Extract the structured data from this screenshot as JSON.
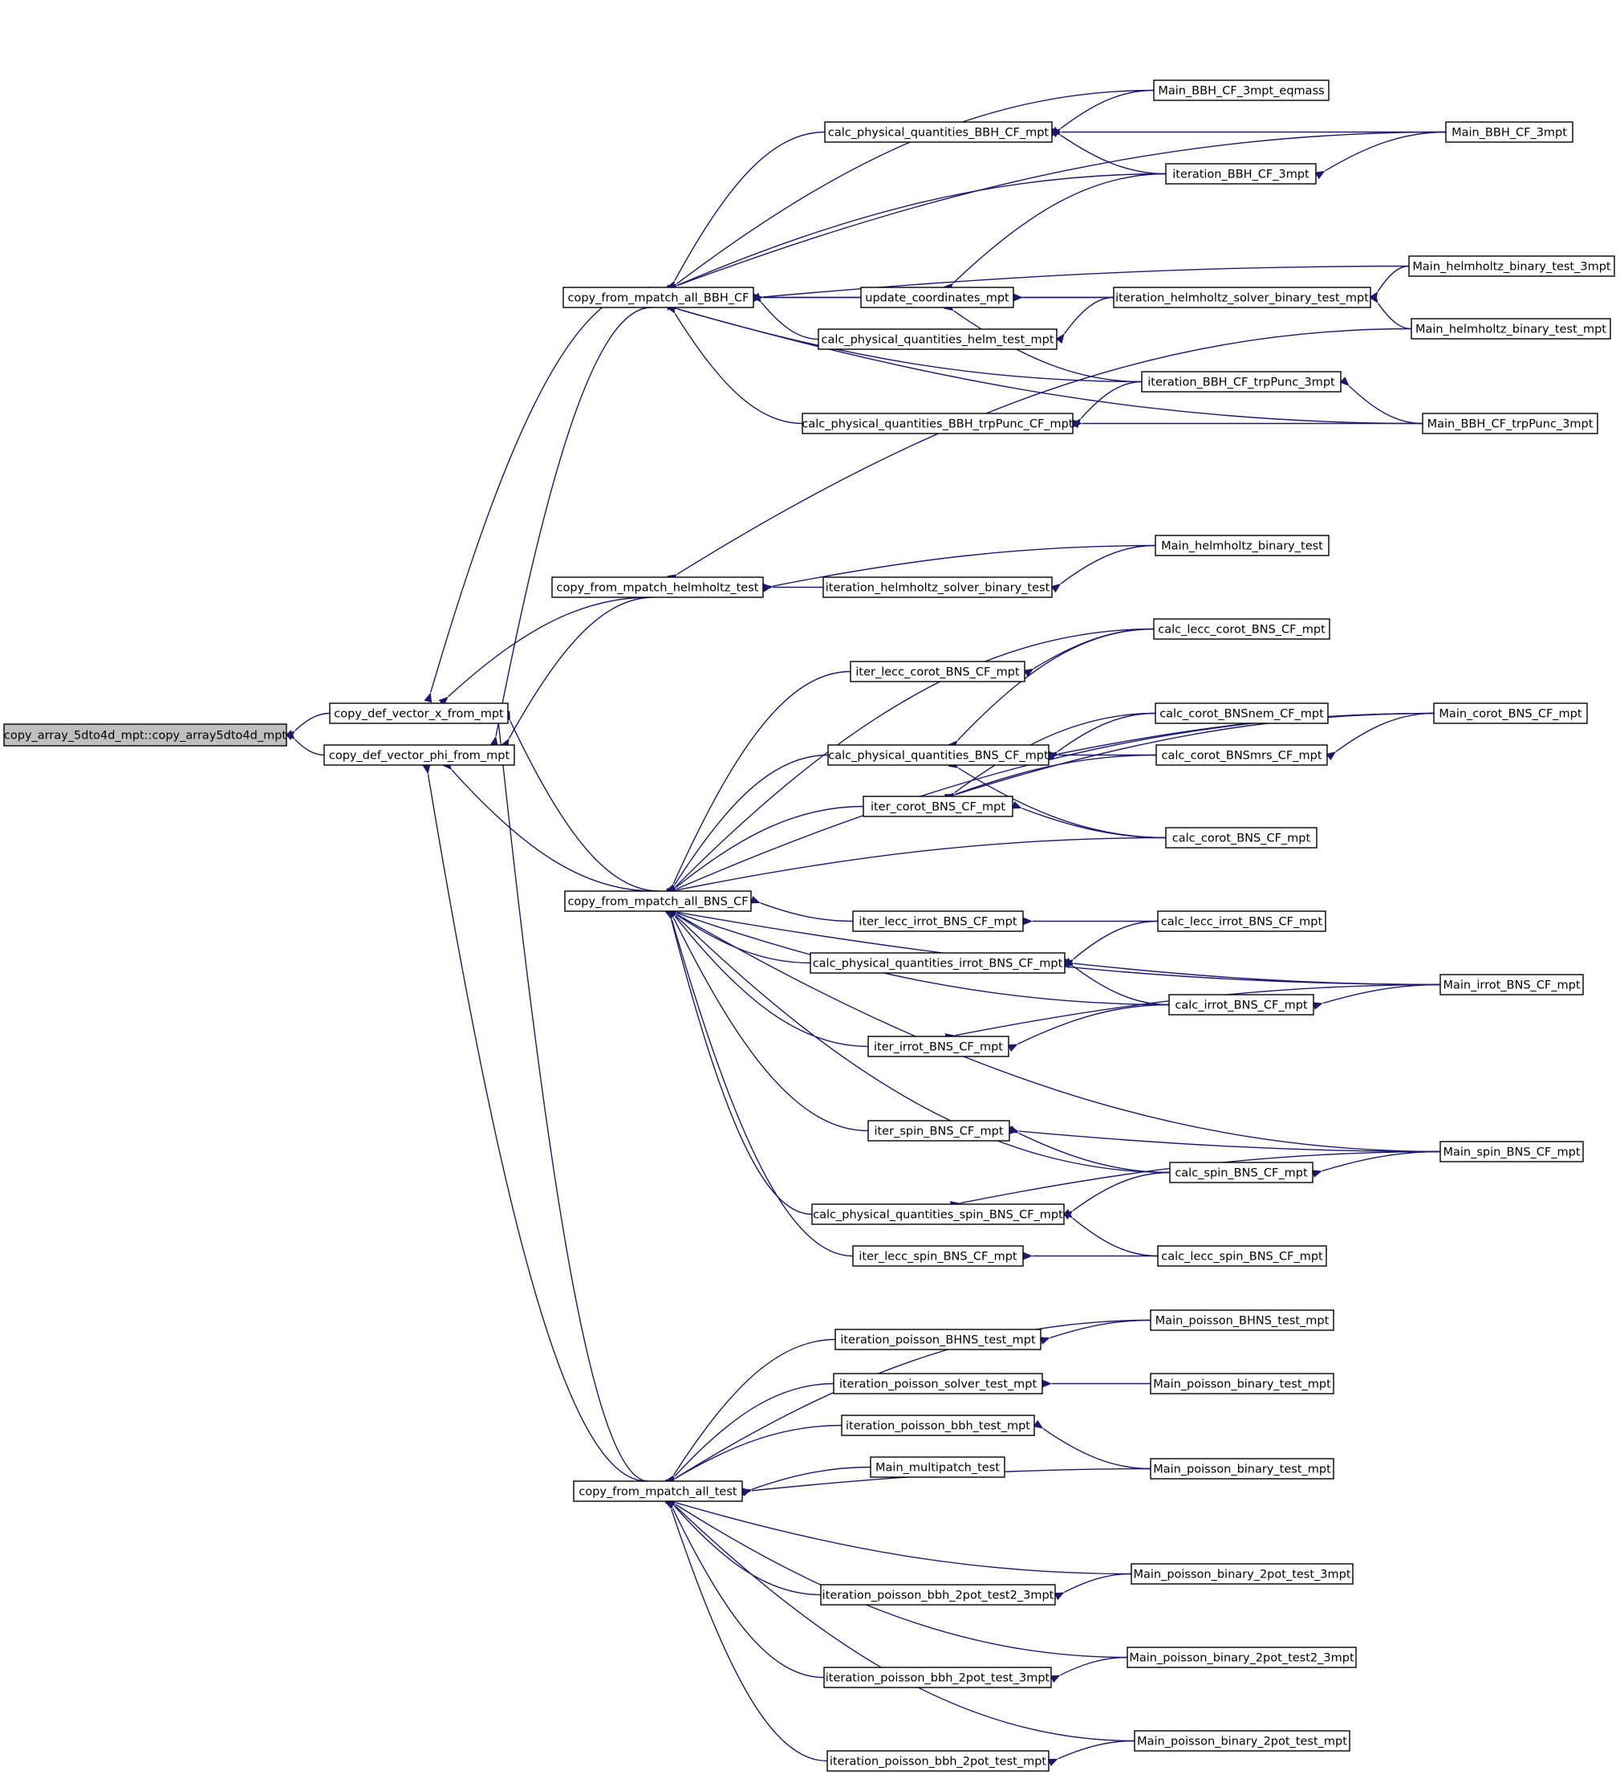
{
  "colors": {
    "edge": "#191970",
    "node_fill": "#ffffff",
    "root_fill": "#bfbfbf",
    "border": "#000000"
  },
  "nodes": [
    {
      "id": "root",
      "label": "copy_array_5dto4d_mpt::copy_array5dto4d_mpt",
      "root": true
    },
    {
      "id": "x_from",
      "label": "copy_def_vector_x_from_mpt"
    },
    {
      "id": "phi_from",
      "label": "copy_def_vector_phi_from_mpt"
    },
    {
      "id": "bbh_cf",
      "label": "copy_from_mpatch_all_BBH_CF"
    },
    {
      "id": "helm_test",
      "label": "copy_from_mpatch_helmholtz_test"
    },
    {
      "id": "bns_cf",
      "label": "copy_from_mpatch_all_BNS_CF"
    },
    {
      "id": "all_test",
      "label": "copy_from_mpatch_all_test"
    },
    {
      "id": "calc_bbh",
      "label": "calc_physical_quantities_BBH_CF_mpt"
    },
    {
      "id": "update_coord",
      "label": "update_coordinates_mpt"
    },
    {
      "id": "calc_helm",
      "label": "calc_physical_quantities_helm_test_mpt"
    },
    {
      "id": "calc_trp",
      "label": "calc_physical_quantities_BBH_trpPunc_CF_mpt"
    },
    {
      "id": "main_bbh_eq",
      "label": "Main_BBH_CF_3mpt_eqmass"
    },
    {
      "id": "iter_bbh3",
      "label": "iteration_BBH_CF_3mpt"
    },
    {
      "id": "main_bbh3",
      "label": "Main_BBH_CF_3mpt"
    },
    {
      "id": "iter_helm_bin",
      "label": "iteration_helmholtz_solver_binary_test_mpt"
    },
    {
      "id": "main_helm_3mpt",
      "label": "Main_helmholtz_binary_test_3mpt"
    },
    {
      "id": "main_helm_mpt",
      "label": "Main_helmholtz_binary_test_mpt"
    },
    {
      "id": "iter_trp",
      "label": "iteration_BBH_CF_trpPunc_3mpt"
    },
    {
      "id": "main_trp",
      "label": "Main_BBH_CF_trpPunc_3mpt"
    },
    {
      "id": "iter_helm_bin_test",
      "label": "iteration_helmholtz_solver_binary_test"
    },
    {
      "id": "main_helm_bin",
      "label": "Main_helmholtz_binary_test"
    },
    {
      "id": "iter_lecc_corot",
      "label": "iter_lecc_corot_BNS_CF_mpt"
    },
    {
      "id": "calc_bns",
      "label": "calc_physical_quantities_BNS_CF_mpt"
    },
    {
      "id": "iter_corot",
      "label": "iter_corot_BNS_CF_mpt"
    },
    {
      "id": "calc_lecc_corot",
      "label": "calc_lecc_corot_BNS_CF_mpt"
    },
    {
      "id": "calc_bnsnem",
      "label": "calc_corot_BNSnem_CF_mpt"
    },
    {
      "id": "calc_bnsmrs",
      "label": "calc_corot_BNSmrs_CF_mpt"
    },
    {
      "id": "calc_corot",
      "label": "calc_corot_BNS_CF_mpt"
    },
    {
      "id": "main_corot",
      "label": "Main_corot_BNS_CF_mpt"
    },
    {
      "id": "iter_lecc_irrot",
      "label": "iter_lecc_irrot_BNS_CF_mpt"
    },
    {
      "id": "calc_irrot_q",
      "label": "calc_physical_quantities_irrot_BNS_CF_mpt"
    },
    {
      "id": "iter_irrot",
      "label": "iter_irrot_BNS_CF_mpt"
    },
    {
      "id": "calc_lecc_irrot",
      "label": "calc_lecc_irrot_BNS_CF_mpt"
    },
    {
      "id": "calc_irrot",
      "label": "calc_irrot_BNS_CF_mpt"
    },
    {
      "id": "main_irrot",
      "label": "Main_irrot_BNS_CF_mpt"
    },
    {
      "id": "iter_spin",
      "label": "iter_spin_BNS_CF_mpt"
    },
    {
      "id": "calc_spin_q",
      "label": "calc_physical_quantities_spin_BNS_CF_mpt"
    },
    {
      "id": "iter_lecc_spin",
      "label": "iter_lecc_spin_BNS_CF_mpt"
    },
    {
      "id": "calc_spin",
      "label": "calc_spin_BNS_CF_mpt"
    },
    {
      "id": "calc_lecc_spin",
      "label": "calc_lecc_spin_BNS_CF_mpt"
    },
    {
      "id": "main_spin",
      "label": "Main_spin_BNS_CF_mpt"
    },
    {
      "id": "iter_poi_bhns",
      "label": "iteration_poisson_BHNS_test_mpt"
    },
    {
      "id": "iter_poi_solver",
      "label": "iteration_poisson_solver_test_mpt"
    },
    {
      "id": "iter_poi_bbh",
      "label": "iteration_poisson_bbh_test_mpt"
    },
    {
      "id": "main_multipatch",
      "label": "Main_multipatch_test"
    },
    {
      "id": "iter_poi_2pot_t2",
      "label": "iteration_poisson_bbh_2pot_test2_3mpt"
    },
    {
      "id": "iter_poi_2pot_3",
      "label": "iteration_poisson_bbh_2pot_test_3mpt"
    },
    {
      "id": "iter_poi_2pot",
      "label": "iteration_poisson_bbh_2pot_test_mpt"
    },
    {
      "id": "main_poi_bhns",
      "label": "Main_poisson_BHNS_test_mpt"
    },
    {
      "id": "main_poi_bin_a",
      "label": "Main_poisson_binary_test_mpt"
    },
    {
      "id": "main_poi_bin_b",
      "label": "Main_poisson_binary_test_mpt"
    },
    {
      "id": "main_poi_2pot_3",
      "label": "Main_poisson_binary_2pot_test_3mpt"
    },
    {
      "id": "main_poi_2pot_t2",
      "label": "Main_poisson_binary_2pot_test2_3mpt"
    },
    {
      "id": "main_poi_2pot",
      "label": "Main_poisson_binary_2pot_test_mpt"
    }
  ],
  "edges": [
    [
      "x_from",
      "root"
    ],
    [
      "phi_from",
      "root"
    ],
    [
      "bbh_cf",
      "x_from"
    ],
    [
      "bbh_cf",
      "phi_from"
    ],
    [
      "helm_test",
      "x_from"
    ],
    [
      "helm_test",
      "phi_from"
    ],
    [
      "bns_cf",
      "x_from"
    ],
    [
      "bns_cf",
      "phi_from"
    ],
    [
      "all_test",
      "x_from"
    ],
    [
      "all_test",
      "phi_from"
    ],
    [
      "calc_bbh",
      "bbh_cf"
    ],
    [
      "update_coord",
      "bbh_cf"
    ],
    [
      "calc_helm",
      "bbh_cf"
    ],
    [
      "calc_trp",
      "bbh_cf"
    ],
    [
      "main_bbh_eq",
      "bbh_cf"
    ],
    [
      "iter_bbh3",
      "bbh_cf"
    ],
    [
      "main_bbh3",
      "bbh_cf"
    ],
    [
      "iter_helm_bin",
      "bbh_cf"
    ],
    [
      "main_helm_3mpt",
      "bbh_cf"
    ],
    [
      "iter_trp",
      "bbh_cf"
    ],
    [
      "main_trp",
      "bbh_cf"
    ],
    [
      "main_bbh_eq",
      "calc_bbh"
    ],
    [
      "main_bbh3",
      "calc_bbh"
    ],
    [
      "iter_bbh3",
      "calc_bbh"
    ],
    [
      "main_bbh3",
      "iter_bbh3"
    ],
    [
      "iter_bbh3",
      "update_coord"
    ],
    [
      "iter_helm_bin",
      "update_coord"
    ],
    [
      "iter_trp",
      "update_coord"
    ],
    [
      "iter_helm_bin",
      "calc_helm"
    ],
    [
      "main_helm_3mpt",
      "iter_helm_bin"
    ],
    [
      "main_helm_mpt",
      "iter_helm_bin"
    ],
    [
      "iter_trp",
      "calc_trp"
    ],
    [
      "main_trp",
      "calc_trp"
    ],
    [
      "main_trp",
      "iter_trp"
    ],
    [
      "main_helm_mpt",
      "helm_test"
    ],
    [
      "main_helm_bin",
      "helm_test"
    ],
    [
      "iter_helm_bin_test",
      "helm_test"
    ],
    [
      "main_helm_bin",
      "iter_helm_bin_test"
    ],
    [
      "iter_lecc_corot",
      "bns_cf"
    ],
    [
      "calc_bns",
      "bns_cf"
    ],
    [
      "iter_corot",
      "bns_cf"
    ],
    [
      "calc_lecc_corot",
      "bns_cf"
    ],
    [
      "main_corot",
      "bns_cf"
    ],
    [
      "calc_corot",
      "bns_cf"
    ],
    [
      "main_irrot",
      "bns_cf"
    ],
    [
      "iter_lecc_irrot",
      "bns_cf"
    ],
    [
      "calc_irrot_q",
      "bns_cf"
    ],
    [
      "calc_irrot",
      "bns_cf"
    ],
    [
      "iter_irrot",
      "bns_cf"
    ],
    [
      "main_spin",
      "bns_cf"
    ],
    [
      "iter_spin",
      "bns_cf"
    ],
    [
      "calc_spin",
      "bns_cf"
    ],
    [
      "calc_spin_q",
      "bns_cf"
    ],
    [
      "iter_lecc_spin",
      "bns_cf"
    ],
    [
      "calc_lecc_corot",
      "iter_lecc_corot"
    ],
    [
      "calc_lecc_corot",
      "calc_bns"
    ],
    [
      "calc_bnsnem",
      "calc_bns"
    ],
    [
      "main_corot",
      "calc_bns"
    ],
    [
      "calc_bnsmrs",
      "calc_bns"
    ],
    [
      "calc_corot",
      "calc_bns"
    ],
    [
      "calc_bnsnem",
      "iter_corot"
    ],
    [
      "calc_bnsmrs",
      "iter_corot"
    ],
    [
      "main_corot",
      "iter_corot"
    ],
    [
      "calc_corot",
      "iter_corot"
    ],
    [
      "main_corot",
      "calc_bnsmrs"
    ],
    [
      "calc_lecc_irrot",
      "iter_lecc_irrot"
    ],
    [
      "calc_lecc_irrot",
      "calc_irrot_q"
    ],
    [
      "main_irrot",
      "calc_irrot_q"
    ],
    [
      "calc_irrot",
      "calc_irrot_q"
    ],
    [
      "calc_irrot",
      "iter_irrot"
    ],
    [
      "main_irrot",
      "iter_irrot"
    ],
    [
      "main_irrot",
      "calc_irrot"
    ],
    [
      "main_spin",
      "iter_spin"
    ],
    [
      "calc_spin",
      "iter_spin"
    ],
    [
      "calc_spin",
      "calc_spin_q"
    ],
    [
      "main_spin",
      "calc_spin_q"
    ],
    [
      "calc_lecc_spin",
      "calc_spin_q"
    ],
    [
      "calc_lecc_spin",
      "iter_lecc_spin"
    ],
    [
      "main_spin",
      "calc_spin"
    ],
    [
      "main_poi_bhns",
      "all_test"
    ],
    [
      "iter_poi_bhns",
      "all_test"
    ],
    [
      "iter_poi_solver",
      "all_test"
    ],
    [
      "iter_poi_bbh",
      "all_test"
    ],
    [
      "main_multipatch",
      "all_test"
    ],
    [
      "main_poi_bin_b",
      "all_test"
    ],
    [
      "main_poi_2pot_3",
      "all_test"
    ],
    [
      "iter_poi_2pot_t2",
      "all_test"
    ],
    [
      "main_poi_2pot_t2",
      "all_test"
    ],
    [
      "iter_poi_2pot_3",
      "all_test"
    ],
    [
      "main_poi_2pot",
      "all_test"
    ],
    [
      "iter_poi_2pot",
      "all_test"
    ],
    [
      "main_poi_bhns",
      "iter_poi_bhns"
    ],
    [
      "main_poi_bin_a",
      "iter_poi_solver"
    ],
    [
      "main_poi_bin_b",
      "iter_poi_bbh"
    ],
    [
      "main_poi_2pot_3",
      "iter_poi_2pot_t2"
    ],
    [
      "main_poi_2pot_t2",
      "iter_poi_2pot_3"
    ],
    [
      "main_poi_2pot",
      "iter_poi_2pot"
    ]
  ]
}
